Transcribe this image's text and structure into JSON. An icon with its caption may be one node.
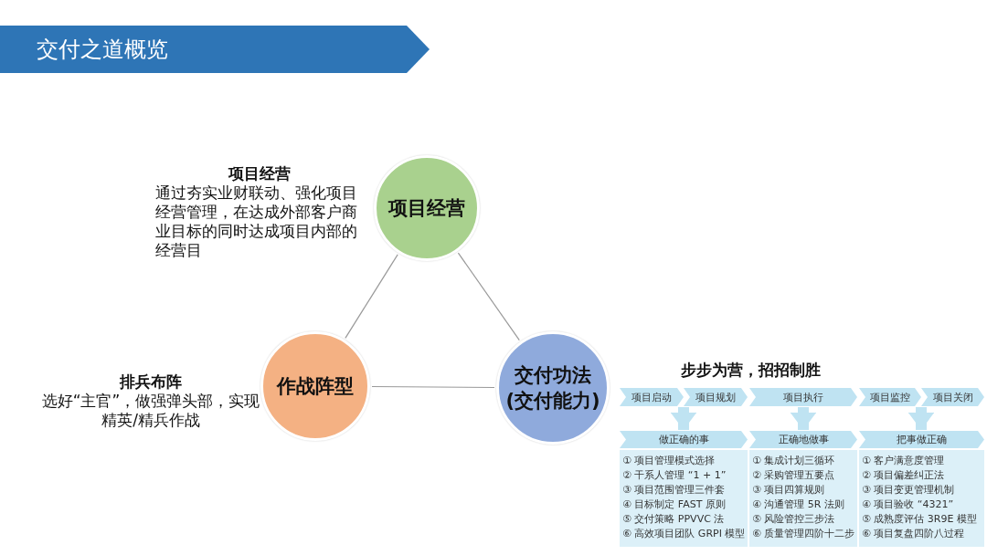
{
  "diagram": {
    "title": "交付之道概览",
    "nodes": [
      {
        "text": [
          "项目经营"
        ],
        "beside": [
          "项目经营",
          "通过夯实业财联动、强化项目经营管理，在达成外部客户商业目标的同时达成项目内部的经营目"
        ]
      },
      {
        "text": [
          "作战阵型"
        ],
        "beside": [
          "排兵布阵",
          "选好“主官”，做强弹头部，实现精英/精兵作战"
        ]
      },
      {
        "text": [
          "交付功法",
          "(交付能力)"
        ]
      },
      {
        "text": [
          "项目启动"
        ]
      },
      {
        "text": [
          "项目规划"
        ]
      },
      {
        "text": [
          "项目执行"
        ]
      },
      {
        "text": [
          "项目监控"
        ]
      },
      {
        "text": [
          "项目关闭"
        ]
      },
      {
        "text": [
          "做正确的事"
        ]
      },
      {
        "text": [
          "① 项目管理模式选择",
          "② 干系人管理 “1 + 1”",
          "③ 项目范围管理三件套",
          "④ 目标制定 FAST 原则",
          "⑤ 交付策略 PPVVC 法",
          "⑥ 高效项目团队 GRPI 模型"
        ]
      },
      {
        "text": [
          "正确地做事"
        ]
      },
      {
        "text": [
          "① 集成计划三循环",
          "② 采购管理五要点",
          "③ 项目四算规则",
          "④ 沟通管理 5R 法则",
          "⑤ 风险管控三步法",
          "⑥ 质量管理四阶十二步"
        ]
      },
      {
        "text": [
          "把事做正确"
        ]
      },
      {
        "text": [
          "① 客户满意度管理",
          "② 项目偏差纠正法",
          "③ 项目变更管理机制",
          "④ 项目验收 “4321”",
          "⑤ 成熟度评估 3R9E 模型",
          "⑥ 项目复盘四阶八过程"
        ]
      }
    ],
    "edges": [
      {
        "from": 0,
        "to": 1,
        "arrow": "none"
      },
      {
        "from": 0,
        "to": 2,
        "arrow": "none"
      },
      {
        "from": 1,
        "to": 2,
        "arrow": "none"
      },
      {
        "from": 3,
        "to": 8,
        "arrow": "to"
      },
      {
        "from": 4,
        "to": 8,
        "arrow": "to"
      },
      {
        "from": 5,
        "to": 10,
        "arrow": "to"
      },
      {
        "from": 6,
        "to": 12,
        "arrow": "to"
      },
      {
        "from": 7,
        "to": 12,
        "arrow": "to"
      }
    ],
    "labels": [
      "步步为营，招招制胜"
    ]
  }
}
